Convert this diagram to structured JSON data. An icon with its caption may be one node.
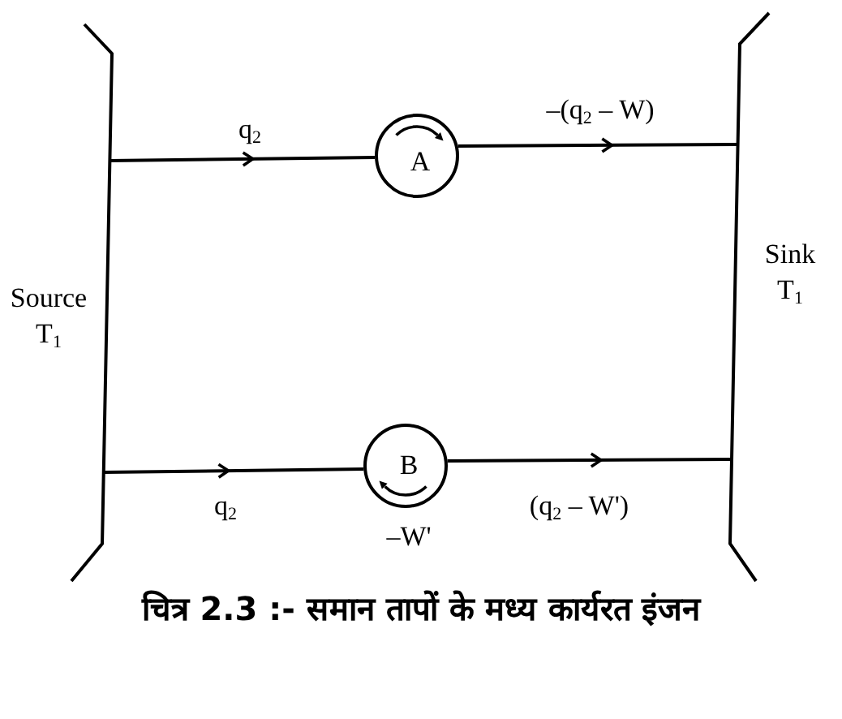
{
  "diagram": {
    "caption": "चित्र 2.3 :- समान तापों के मध्य कार्यरत इंजन",
    "nodes": [
      {
        "text": [
          "Source T$_{1}$"
        ]
      },
      {
        "text": [
          "A"
        ]
      },
      {
        "text": [
          "Sink T$_{1}$"
        ]
      },
      {
        "text": [
          "B"
        ],
        "beside": [
          "–W'"
        ]
      }
    ],
    "edges": [
      {
        "from": 0,
        "to": 1,
        "arrow": "to",
        "label": "q$_{2}$"
      },
      {
        "from": 1,
        "to": 2,
        "arrow": "to",
        "label": "–(q$_{2}$ – W)"
      },
      {
        "from": 0,
        "to": 3,
        "arrow": "to",
        "label": "q$_{2}$"
      },
      {
        "from": 3,
        "to": 2,
        "arrow": "to",
        "label": "(q$_{2}$ – W')"
      }
    ]
  }
}
